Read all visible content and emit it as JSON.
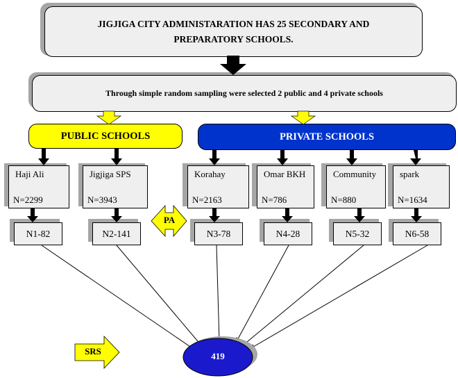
{
  "header": {
    "title": "JIGJIGA CITY ADMINISTARATION HAS 25 SECONDARY AND PREPARATORY SCHOOLS."
  },
  "sampling": {
    "text": "Through simple random sampling were selected 2 public and 4 private schools"
  },
  "categories": {
    "public": "PUBLIC SCHOOLS",
    "private": "PRIVATE SCHOOLS"
  },
  "schools": [
    {
      "name": "Haji Ali",
      "population": "N=2299",
      "sample": "N1-82",
      "type": "public"
    },
    {
      "name": "Jigjiga SPS",
      "population": "N=3943",
      "sample": "N2-141",
      "type": "public"
    },
    {
      "name": "Korahay",
      "population": "N=2163",
      "sample": "N3-78",
      "type": "private"
    },
    {
      "name": "Omar BKH",
      "population": "N=786",
      "sample": "N4-28",
      "type": "private"
    },
    {
      "name": "Community",
      "population": "N=880",
      "sample": "N5-32",
      "type": "private"
    },
    {
      "name": "spark",
      "population": "N=1634",
      "sample": "N6-58",
      "type": "private"
    }
  ],
  "arrows": {
    "pa": "PA",
    "srs": "SRS"
  },
  "total": "419",
  "colors": {
    "public_fill": "#ffff00",
    "private_fill": "#0033cc",
    "total_fill": "#1a1acc",
    "box_fill": "#efefef",
    "shadow": "#a6a6a6"
  }
}
